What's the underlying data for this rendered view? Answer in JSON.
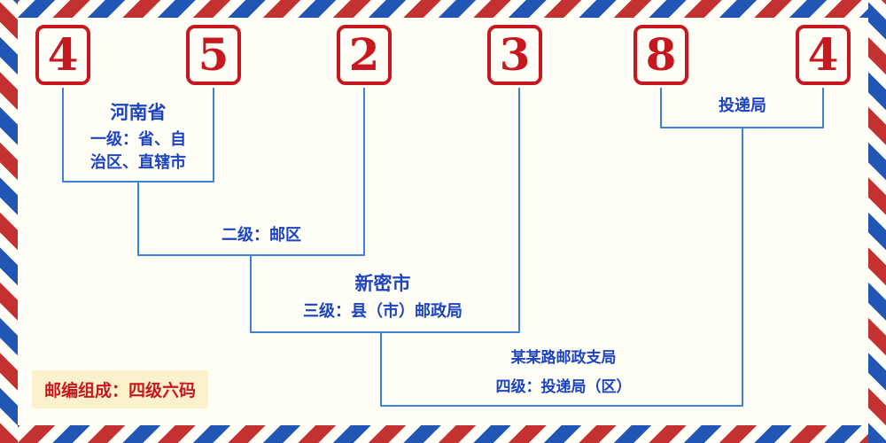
{
  "diagram": {
    "digits": [
      "4",
      "5",
      "2",
      "3",
      "8",
      "4"
    ],
    "annotations": {
      "level1": {
        "region": "河南省",
        "desc_line1": "一级：省、自",
        "desc_line2": "治区、直辖市"
      },
      "level2": {
        "desc": "二级：邮区"
      },
      "level3": {
        "city": "新密市",
        "desc": "三级：县（市）邮政局"
      },
      "level4": {
        "office": "投递局",
        "branch": "某某路邮政支局",
        "desc": "四级：投递局（区）"
      }
    },
    "footer": {
      "text": "邮编组成：四级六码"
    }
  },
  "colors": {
    "digit_red": "#c8181f",
    "label_blue": "#1c44c0",
    "line_blue": "#3b82d8",
    "footer_bg": "#fbf2cc",
    "border_red": "#c43131",
    "border_blue": "#2156b4",
    "bg": "#fffef6"
  }
}
